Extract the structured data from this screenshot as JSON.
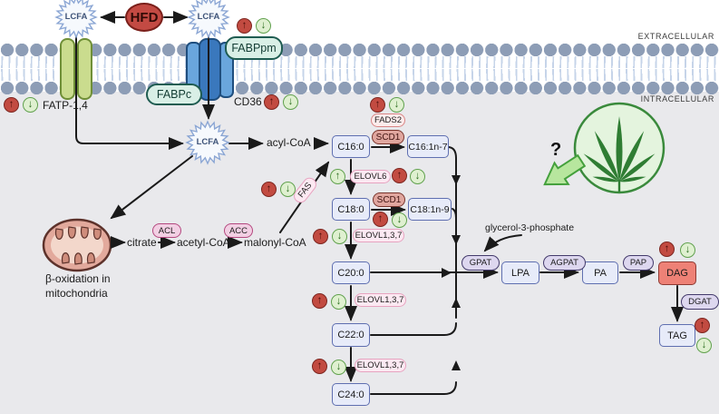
{
  "regions": {
    "extracellular": "EXTRACELLULAR",
    "intracellular": "INTRACELLULAR"
  },
  "top": {
    "hfd": "HFD",
    "lcfa": "LCFA"
  },
  "transport": {
    "fatp": "FATP-1,4",
    "fabppm": "FABPpm",
    "fabpc": "FABPc",
    "cd36": "CD36"
  },
  "glyphs": {
    "up": "↑",
    "down": "↓",
    "question": "?"
  },
  "synthesis": {
    "acyl_coa": "acyl-CoA",
    "citrate": "citrate",
    "acetyl_coa": "acetyl-CoA",
    "malonyl_coa": "malonyl-CoA",
    "beta_ox1": "β-oxidation in",
    "beta_ox2": "mitochondria"
  },
  "fatty_acids": {
    "c16_0": "C16:0",
    "c16_1n7": "C16:1n-7",
    "c18_0": "C18:0",
    "c18_1n9": "C18:1n-9",
    "c20_0": "C20:0",
    "c22_0": "C22:0",
    "c24_0": "C24:0"
  },
  "tag_pathway": {
    "glycerol": "glycerol-3-phosphate",
    "lpa": "LPA",
    "pa": "PA",
    "dag": "DAG",
    "tag": "TAG"
  },
  "enzymes": {
    "fads2": "FADS2",
    "scd1": "SCD1",
    "elovl6": "ELOVL6",
    "elovl137": "ELOVL1,3,7",
    "fas": "FAS",
    "acl": "ACL",
    "acc": "ACC",
    "gpat": "GPAT",
    "agpat": "AGPAT",
    "pap": "PAP",
    "dgat": "DGAT"
  },
  "colors": {
    "up_badge": "#c24b41",
    "down_badge": "#dff0d0",
    "metabolite_box": "#e7ebf9",
    "metabolite_border": "#5f6fb0",
    "dag_box": "#ee8176",
    "enzyme_purple": "#ddd7ef",
    "enzyme_teal": "#d9efe6",
    "hfd_red": "#c34a43",
    "cannabis_green": "#2f7d33",
    "membrane_head": "#8d9db6"
  }
}
